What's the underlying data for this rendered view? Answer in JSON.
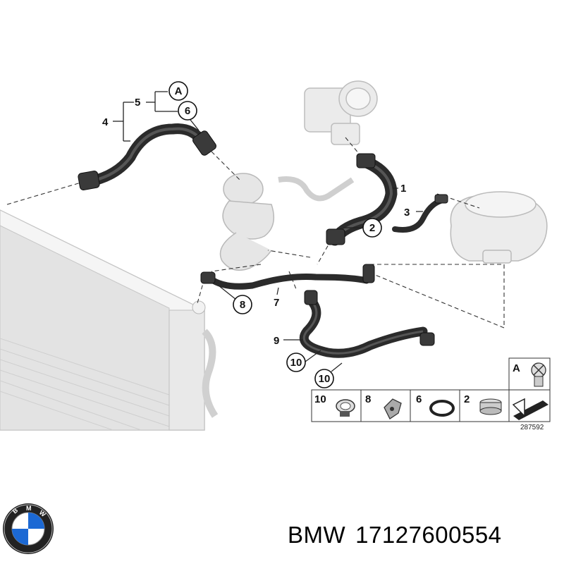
{
  "diagram": {
    "callouts": {
      "c1": "1",
      "c2": "2",
      "c3": "3",
      "c4": "4",
      "c5": "5",
      "cA": "A",
      "c6": "6",
      "c7": "7",
      "c8": "8",
      "c9": "9",
      "c10a": "10",
      "c10b": "10"
    },
    "legend": {
      "box10": "10",
      "box8": "8",
      "box6": "6",
      "box2": "2",
      "boxA": "A"
    },
    "drawing_number": "287592"
  },
  "caption": {
    "brand": "BMW",
    "part_number": "17127600554"
  },
  "colors": {
    "hose": "#2b2b2b",
    "ghost_part": "#d8d8d8",
    "radiator": "#e6e6e6",
    "bmw_blue": "#1c69d4"
  }
}
